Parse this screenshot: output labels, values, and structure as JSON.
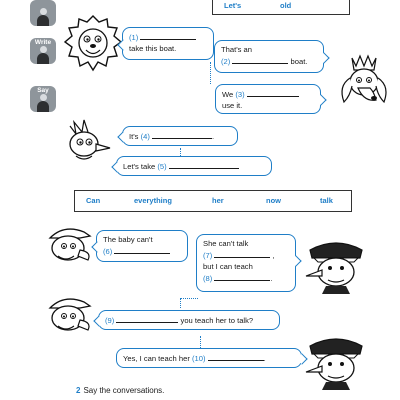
{
  "top_box": {
    "words": [
      "Let's",
      "old"
    ]
  },
  "activity_icons": [
    {
      "label": ""
    },
    {
      "label": "Write"
    },
    {
      "label": "Say"
    }
  ],
  "bubbles": {
    "b1": {
      "num": "(1)",
      "line2": "take this boat."
    },
    "b2": {
      "line1": "That's an",
      "num": "(2)",
      "after": "boat."
    },
    "b3": {
      "pre": "We",
      "num": "(3)",
      "line2": "use it."
    },
    "b4": {
      "pre": "It's",
      "num": "(4)",
      "after": "."
    },
    "b5": {
      "pre": "Let's take",
      "num": "(5)"
    },
    "b6": {
      "line1": "The baby can't",
      "num": "(6)"
    },
    "b7": {
      "line1": "She can't talk",
      "num": "(7)",
      "after": ",",
      "line3": "but I can teach",
      "num2": "(8)",
      "after2": "."
    },
    "b9": {
      "num": "(9)",
      "after": "you teach her to talk?"
    },
    "b10": {
      "pre": "Yes, I can teach her",
      "num": "(10)",
      "after": "."
    }
  },
  "word_bank": [
    "Can",
    "everything",
    "her",
    "now",
    "talk"
  ],
  "footer": {
    "number": "2",
    "text": "Say the conversations."
  },
  "colors": {
    "accent": "#1f7ec7",
    "icon_bg": "#8e959b"
  }
}
